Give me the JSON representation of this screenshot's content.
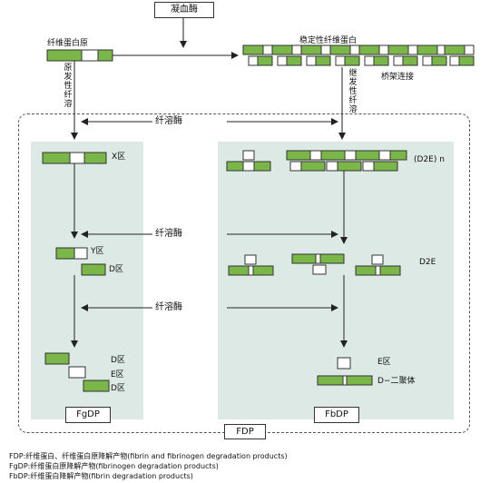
{
  "top": {
    "thrombin": "凝血酶"
  },
  "fibrinogen": {
    "label": "纤维蛋白原",
    "lysis": "原发性纤溶"
  },
  "stable_fibrin": {
    "label": "稳定性纤维蛋白",
    "crosslink": "桥架连接",
    "lysis": "继发性纤溶"
  },
  "plasmin_labels": [
    "纤溶酶",
    "纤溶酶",
    "纤溶酶"
  ],
  "fgdp": {
    "x": "X区",
    "y": "Y区",
    "d": "D区",
    "d2": "D区",
    "e": "E区",
    "d3": "D区",
    "title": "FgDP"
  },
  "fbdp": {
    "d2e_n": "(D2E) n",
    "d2e": "D2E",
    "e": "E区",
    "dimer": "D−二聚体",
    "title": "FbDP"
  },
  "fdp_title": "FDP",
  "legend": [
    "FDP:纤维蛋白、纤维蛋白原降解产物(fibrin and fibrinogen degradation products)",
    "FgDP:纤维蛋白原降解产物(fibrinogen degradation products)",
    "FbDP:纤维蛋白降解产物(fibrin degradation products)"
  ],
  "colors": {
    "green": "#7ab648",
    "pane": "#dce9e4",
    "stroke": "#333333"
  }
}
